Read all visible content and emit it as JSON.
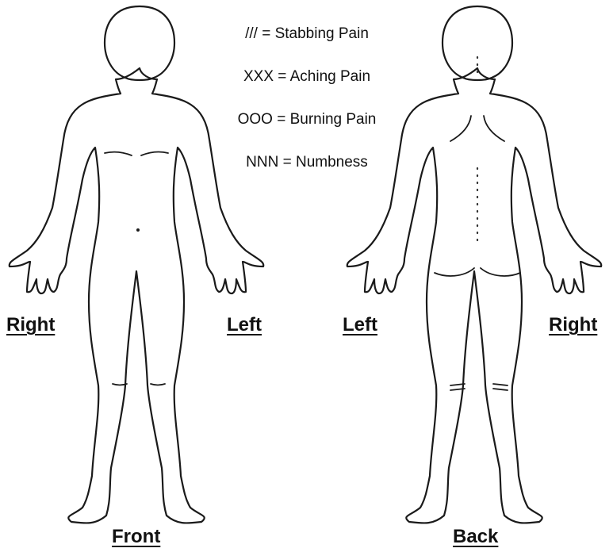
{
  "legend": [
    "/// = Stabbing Pain",
    "XXX = Aching Pain",
    "OOO = Burning Pain",
    "NNN = Numbness"
  ],
  "figures": {
    "front": {
      "view_label": "Front",
      "side_left_label": "Right",
      "side_right_label": "Left"
    },
    "back": {
      "view_label": "Back",
      "side_left_label": "Left",
      "side_right_label": "Right"
    }
  },
  "colors": {
    "outline": "#1a1a1a",
    "background": "#ffffff"
  }
}
